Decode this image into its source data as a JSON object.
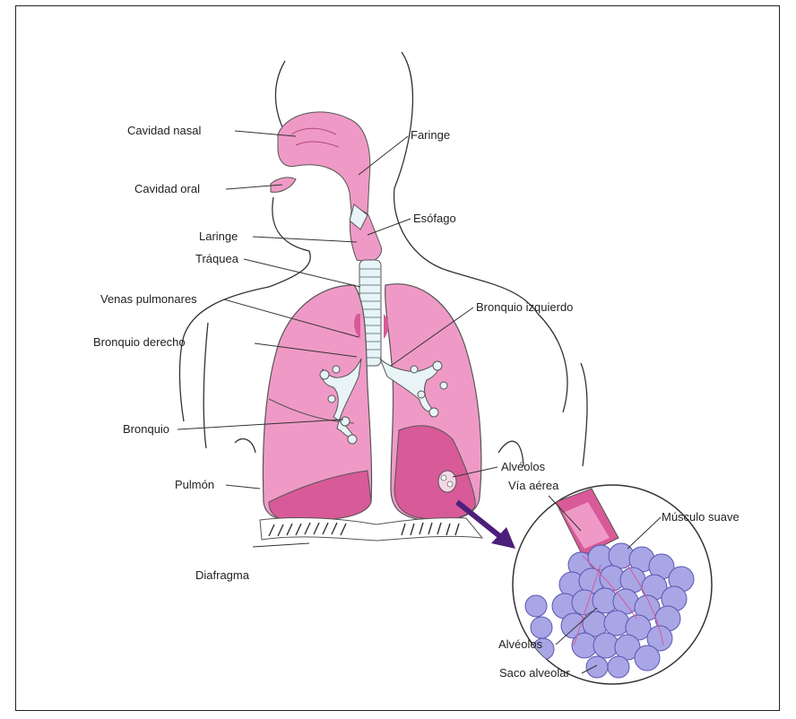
{
  "labels": {
    "cavidad_nasal": "Cavidad nasal",
    "cavidad_oral": "Cavidad oral",
    "faringe": "Faringe",
    "esofago": "Esófago",
    "laringe": "Laringe",
    "traquea": "Tráquea",
    "venas_pulmonares": "Venas pulmonares",
    "bronquio_izquierdo": "Bronquio izquierdo",
    "bronquio_derecho": "Bronquio derecho",
    "bronquio": "Bronquio",
    "pulmon": "Pulmón",
    "diafragma": "Diafragma",
    "alveolos_top": "Alvéolos",
    "via_aerea": "Vía aérea",
    "musculo_suave": "Músculo suave",
    "alveolos_bottom": "Alvéolos",
    "saco_alveolar": "Saco alveolar"
  },
  "colors": {
    "lung": "#ef9ac6",
    "lung_dark": "#d85a98",
    "lung_outline": "#555555",
    "trachea": "#e8f4f6",
    "alveoli": "#a9a6e6",
    "arrow": "#4b1f7a"
  }
}
